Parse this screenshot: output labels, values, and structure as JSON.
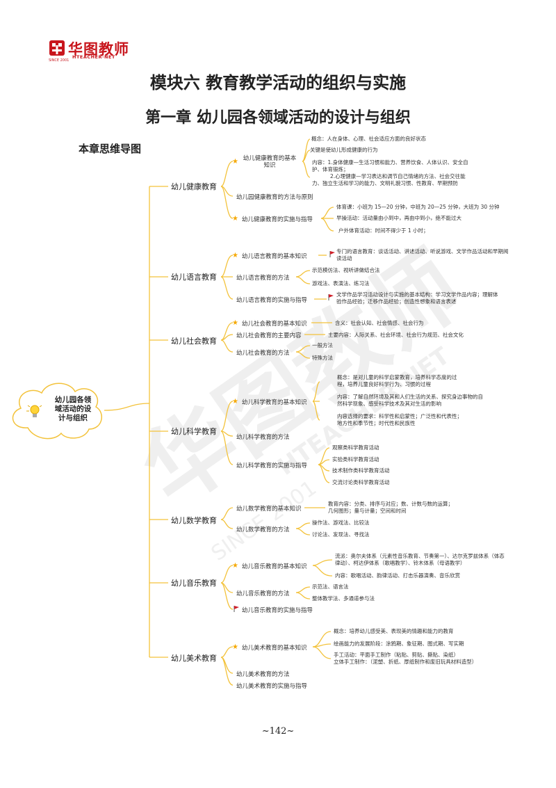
{
  "brand": {
    "name_cn": "华图教师",
    "name_en": "HTEACHER·NET",
    "since": "SINCE 2001",
    "color": "#c8161d"
  },
  "title_module": "模块六  教育教学活动的组织与实施",
  "title_chapter": "第一章  幼儿园各领域活动的设计与组织",
  "map_heading": "本章思维导图",
  "center_node": "幼儿园各领域活动的设计与组织",
  "watermark": {
    "text": "华图教师",
    "sub": "HTEACHER·NET",
    "since": "SINCE 2001"
  },
  "domains": {
    "health": {
      "label": "幼儿健康教育",
      "knowledge": "幼儿健康教育的基本知识",
      "concept": "概念：人在身体、心理、社会适应方面的良好状态",
      "key": "关键是使幼儿形成健康的行为",
      "content_1": "内容：1.身体健康—生活习惯和能力、营养饮食、人体认识、安全自",
      "content_2": "护、体育锻炼；",
      "content_3": "2.心理健康—学习表达和调节自己情绪的方法、社会交往能",
      "content_4": "力、独立生活和学习的能力、文明礼貌习惯、性教育、早期预防",
      "methods": "幼儿园健康教育的方法与原则",
      "practice": "幼儿健康教育的实施与指导",
      "pe_class": "体育课：小班为 15—20 分钟，中班为 20—25 分钟，大班为 30 分钟",
      "morning": "早操活动：活动量由小到中，再由中到小，绝不能过大",
      "outdoor": "户外体育活动：时间不得少于 1 小时；"
    },
    "language": {
      "label": "幼儿语言教育",
      "knowledge": "幼儿语言教育的基本知识",
      "special_1": "专门的语言教育：谈话活动、讲述活动、听说游戏、文学作品活动和早期阅",
      "special_2": "读活动",
      "methods": "幼儿语言教育的方法",
      "m1": "示范模仿法、视听讲做结合法",
      "m2": "游戏法、表演法、练习法",
      "practice": "幼儿语言教育的实施与指导",
      "lit_1": "文学作品学习活动设计与实施的基本结构：学习文学作品内容；理解体",
      "lit_2": "验作品经验；迁移作品经验；创造性想象和语言表述"
    },
    "social": {
      "label": "幼儿社会教育",
      "knowledge": "幼儿社会教育的基本知识",
      "meaning": "含义：社会认知、社会情感、社会行为",
      "content": "幼儿社会教育的主要内容",
      "content_detail": "主要内容：人际关系、社会环境、社会行为规范、社会文化",
      "methods": "幼儿社会教育的方法",
      "m1": "一般方法",
      "m2": "特殊方法"
    },
    "science": {
      "label": "幼儿科学教育",
      "knowledge": "幼儿科学教育的基本知识",
      "concept_1": "概念：是对儿童的科学启蒙教育，培养科学态度的过",
      "concept_2": "程，培养儿童良好科学行为、习惯的过程",
      "content_1": "内容：了解自然环境及其和人们生活的关系、探究身边事物的自",
      "content_2": "然科学现象、感受科学技术及其对生活的影响",
      "req_1": "内容选择的要求：科学性和启蒙性；广泛性和代表性；",
      "req_2": "地方性和季节性；时代性和民族性",
      "methods": "幼儿科学教育的方法",
      "practice": "幼儿科学教育的实施与指导",
      "p1": "观察类科学教育活动",
      "p2": "实验类科学教育活动",
      "p3": "技术制作类科学教育活动",
      "p4": "交流讨论类科学教育活动"
    },
    "math": {
      "label": "幼儿数学教育",
      "knowledge": "幼儿数学教育的基本知识",
      "content_1": "教育内容：分类、排序与对应；数、计数与数的运算；",
      "content_2": "几何图形；量与计量；空间和时间",
      "methods": "幼儿数学教育的方法",
      "m1": "操作法、游戏法、比较法",
      "m2": "讨论法、发现法、寻找法"
    },
    "music": {
      "label": "幼儿音乐教育",
      "knowledge": "幼儿音乐教育的基本知识",
      "school_1": "流派：奥尔夫体系（元素性音乐教育、节奏第一）、达尔克罗兹体系（体态",
      "school_2": "律动）、柯达伊体系（歌唱教学）、铃木体系（母语教学）",
      "content": "内容：歌唱活动、韵律活动、打击乐器演奏、音乐欣赏",
      "methods": "幼儿音乐教育的方法",
      "m1": "示范法、语言法",
      "m2": "整体教学法、多通道参与法",
      "practice": "幼儿音乐教育的实施与指导"
    },
    "art": {
      "label": "幼儿美术教育",
      "knowledge": "幼儿美术教育的基本知识",
      "concept": "概念：培养幼儿感受美、表现美的情趣和能力的教育",
      "stages": "绘画能力的发展阶段：涂鸦期、象征期、图式期、写实期",
      "craft_1": "手工活动：平面手工制作（粘贴、剪贴、撕贴、染纸）",
      "craft_2": "立体手工制作：（泥塑、折纸、厚纸制作和废旧玩具材料造型）",
      "methods": "幼儿美术教育的方法",
      "practice": "幼儿美术教育的实施与指导"
    }
  },
  "page_number": "~142~"
}
